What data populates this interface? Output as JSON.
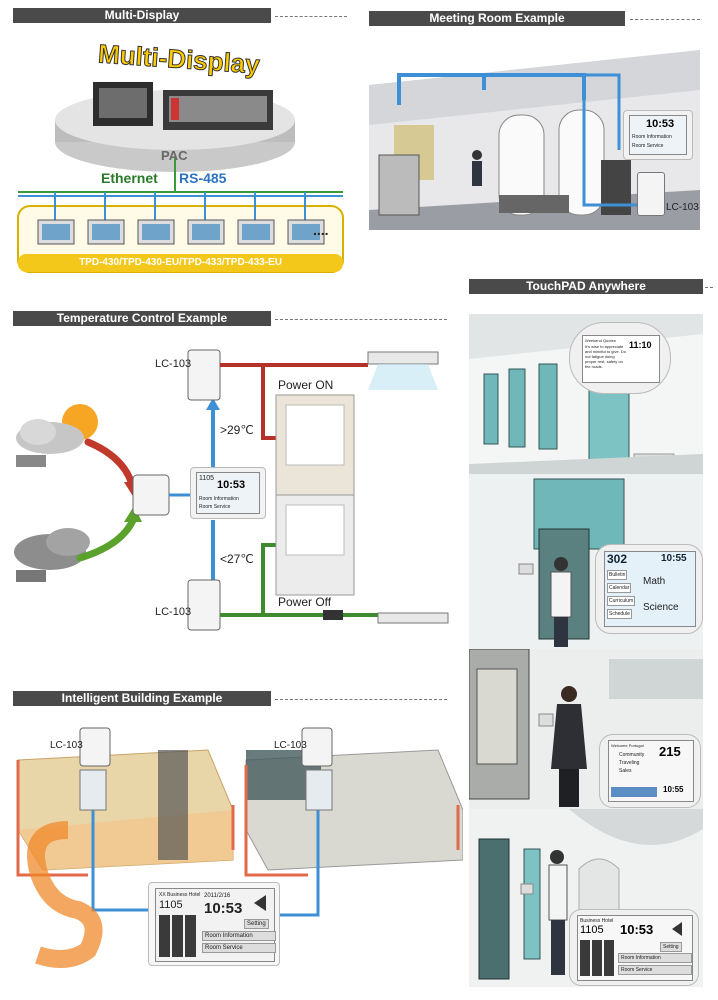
{
  "sections": {
    "multi_display": "Multi-Display",
    "meeting_room": "Meeting Room Example",
    "temperature_control": "Temperature Control Example",
    "intelligent_building": "Intelligent Building Example",
    "touchpad_anywhere": "TouchPAD Anywhere"
  },
  "multi_display": {
    "logo_text": "Multi-Display",
    "pac_label": "PAC",
    "ethernet_label": "Ethernet",
    "rs485_label": "RS-485",
    "ellipsis": "....",
    "models_banner": "TPD-430/TPD-430-EU/TPD-433/TPD-433-EU"
  },
  "meeting_room": {
    "device_label": "LC-103",
    "screen_time": "10:53",
    "screen_items": [
      "Room Information",
      "Room Service"
    ]
  },
  "temperature": {
    "lc_top": "LC-103",
    "lc_bottom": "LC-103",
    "power_on": "Power ON",
    "power_off": "Power Off",
    "temp_high": ">29℃",
    "temp_low": "<27℃",
    "panel_room": "1105",
    "panel_time": "10:53",
    "panel_items": [
      "Room Information",
      "Room Service"
    ]
  },
  "building": {
    "lc_left": "LC-103",
    "lc_right": "LC-103",
    "hotel": "XX Business Hotel",
    "room": "1105",
    "date": "2011/2/16",
    "time": "10:53",
    "setting": "Setting",
    "room_info": "Room Information",
    "room_service": "Room Service"
  },
  "touchpad": {
    "s1_header": "Weekend Quotes",
    "s1_time": "11:10",
    "s1_quote": "It's wise to appreciate and mindful to give. Do not fatigue doing proper rest, safety on the roads.",
    "s2_room": "302",
    "s2_time": "10:55",
    "s2_menu": [
      "Bulletin",
      "Calendar",
      "Curriculum",
      "Schedule"
    ],
    "s2_subject1": "Math",
    "s2_subject2": "Science",
    "s3_header": "Welcome Portugal",
    "s3_items": [
      "Community",
      "Traveling",
      "Sales"
    ],
    "s3_number": "215",
    "s3_time": "10:55",
    "s4_header": "Business Hotel",
    "s4_room": "1105",
    "s4_time": "10:53",
    "s4_setting": "Setting",
    "s4_items": [
      "Room Information",
      "Room Service"
    ]
  },
  "colors": {
    "header_bg": "#4a4a4a",
    "banner_yellow": "#f3c81b",
    "arrow_red": "#b5322b",
    "arrow_green": "#3f8a2e",
    "arrow_blue": "#3d8fd6"
  }
}
